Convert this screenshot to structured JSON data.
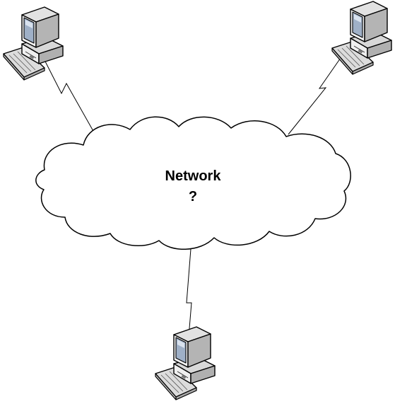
{
  "diagram": {
    "cloud": {
      "label_line1": "Network",
      "label_line2": "?"
    },
    "computers": [
      {
        "id": "top-left",
        "icon": "desktop-computer-icon"
      },
      {
        "id": "top-right",
        "icon": "desktop-computer-icon"
      },
      {
        "id": "bottom",
        "icon": "desktop-computer-icon"
      }
    ],
    "links": [
      {
        "from": "top-left",
        "to": "cloud",
        "style": "lightning"
      },
      {
        "from": "top-right",
        "to": "cloud",
        "style": "lightning"
      },
      {
        "from": "bottom",
        "to": "cloud",
        "style": "lightning"
      }
    ],
    "colors": {
      "line": "#000000",
      "cloud_fill": "#ffffff",
      "computer_body": "#e6e6e6",
      "computer_shade": "#b4b4b4",
      "screen": "#9fb0c7"
    }
  }
}
